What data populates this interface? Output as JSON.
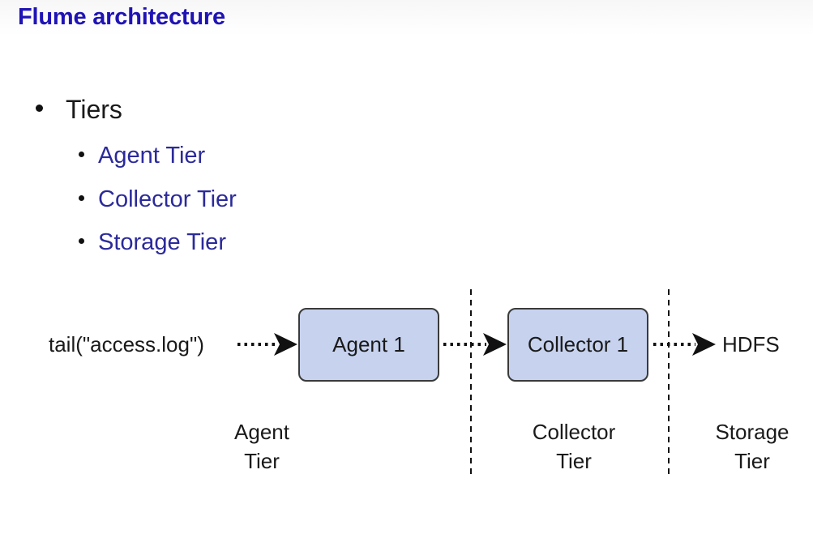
{
  "slide": {
    "title": "Flume architecture"
  },
  "bullets": {
    "main": "Tiers",
    "sub": [
      "Agent Tier",
      "Collector Tier",
      "Storage Tier"
    ]
  },
  "diagram": {
    "source": "tail(\"access.log\")",
    "nodes": [
      {
        "id": "agent1",
        "label": "Agent 1"
      },
      {
        "id": "collector1",
        "label": "Collector 1"
      }
    ],
    "sink": "HDFS",
    "tiers": [
      {
        "line1": "Agent",
        "line2": "Tier"
      },
      {
        "line1": "Collector",
        "line2": "Tier"
      },
      {
        "line1": "Storage",
        "line2": "Tier"
      }
    ],
    "colors": {
      "node_fill": "#c6d2ee",
      "node_stroke": "#3a3a3a",
      "arrow": "#111111",
      "title": "#1f13b5",
      "sub_bullet_text": "#2b2a9a"
    }
  }
}
